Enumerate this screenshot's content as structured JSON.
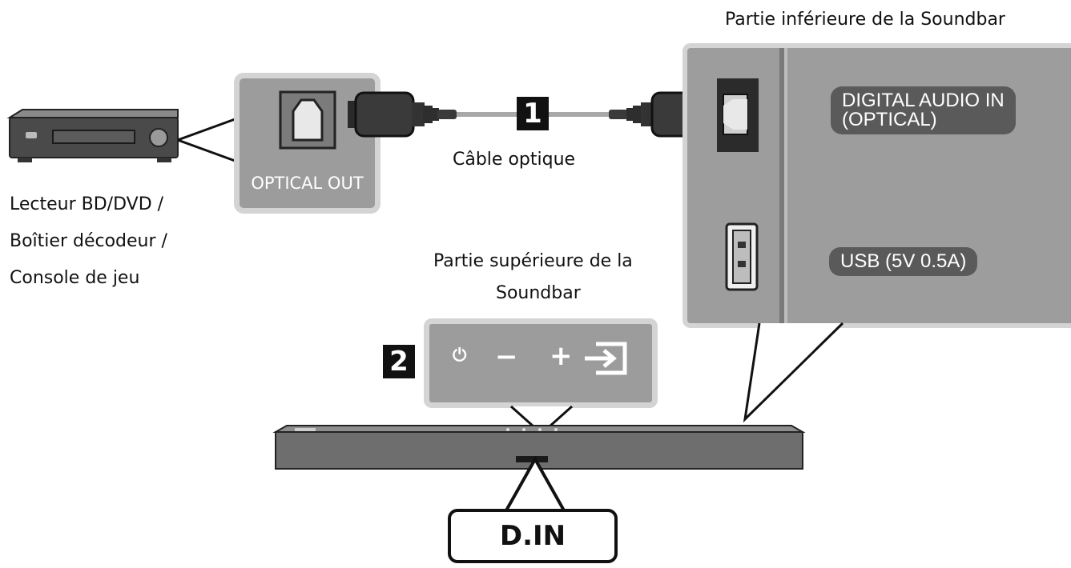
{
  "source_device": {
    "lines": [
      "Lecteur BD/DVD /",
      "Boîtier décodeur /",
      "Console de jeu"
    ]
  },
  "optical_out_label": "OPTICAL OUT",
  "cable": {
    "step": "1",
    "label": "Câble optique"
  },
  "bottom_panel": {
    "title": "Partie inférieure de la Soundbar",
    "digital_audio_label_line1": "DIGITAL AUDIO IN",
    "digital_audio_label_line2": "(OPTICAL)",
    "usb_label": "USB (5V 0.5A)"
  },
  "top_panel": {
    "title_line1": "Partie supérieure de la",
    "title_line2": "Soundbar",
    "step": "2",
    "controls": {
      "power": "⏻",
      "minus": "−",
      "plus": "+"
    }
  },
  "soundbar_port_label": "D.IN",
  "colors": {
    "panel_gray": "#9c9c9c",
    "panel_border": "#d4d4d4",
    "pill_dark": "#5a5a5a",
    "soundbar": "#6e6e6e",
    "ink": "#111111"
  }
}
